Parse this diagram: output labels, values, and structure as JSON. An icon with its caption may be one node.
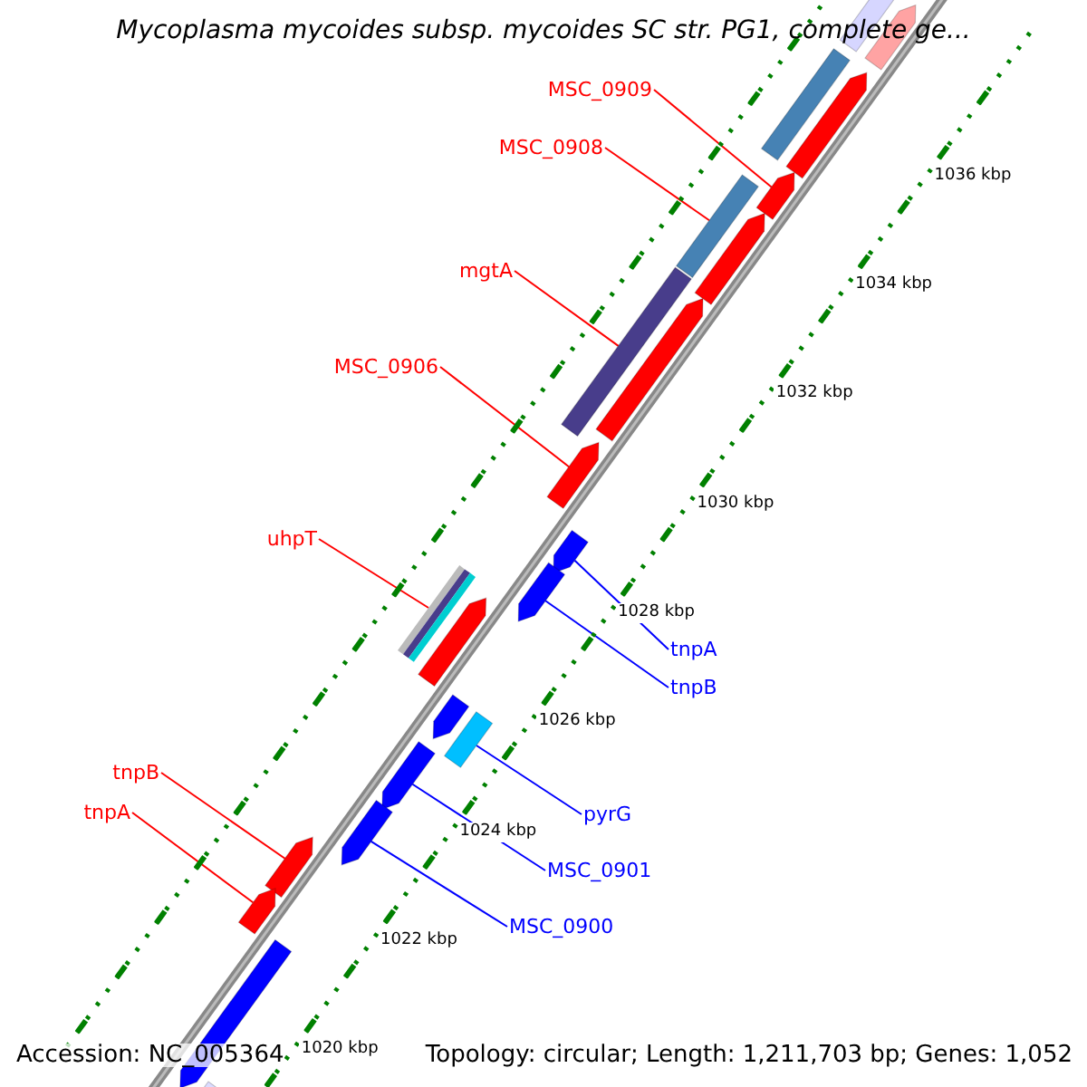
{
  "diagram": {
    "title": "Mycoplasma mycoides subsp. mycoides SC str. PG1, complete ge...",
    "nodes": [
      {
        "text": [
          "MSC_0909"
        ]
      },
      {
        "text": [],
        "shape": "bar"
      },
      {
        "text": [
          "MSC_0908"
        ]
      },
      {
        "text": [],
        "shape": "bar"
      },
      {
        "text": [
          "mgtA"
        ]
      },
      {
        "text": [],
        "shape": "bar"
      },
      {
        "text": [
          "MSC_0906"
        ]
      },
      {
        "text": [],
        "shape": "bar"
      },
      {
        "text": [
          "uhpT"
        ]
      },
      {
        "text": [],
        "shape": "bar"
      },
      {
        "text": [
          "tnpA"
        ]
      },
      {
        "text": [],
        "shape": "bar"
      },
      {
        "text": [
          "tnpB"
        ]
      },
      {
        "text": [],
        "shape": "bar"
      },
      {
        "text": [
          "tnpB"
        ]
      },
      {
        "text": [],
        "shape": "bar"
      },
      {
        "text": [
          "tnpA"
        ]
      },
      {
        "text": [],
        "shape": "bar"
      },
      {
        "text": [
          "pyrG"
        ]
      },
      {
        "text": [],
        "shape": "bar"
      },
      {
        "text": [
          "MSC_0901"
        ]
      },
      {
        "text": [],
        "shape": "bar"
      },
      {
        "text": [
          "MSC_0900"
        ]
      },
      {
        "text": [],
        "shape": "bar"
      },
      {
        "text": [],
        "shape": "bar"
      },
      {
        "text": [],
        "shape": "bar"
      },
      {
        "text": [],
        "shape": "bar"
      },
      {
        "text": [],
        "shape": "bar"
      },
      {
        "text": [],
        "shape": "bar"
      },
      {
        "text": [],
        "shape": "bar"
      },
      {
        "text": [],
        "shape": "bar"
      },
      {
        "text": [],
        "shape": "bar"
      },
      {
        "text": [],
        "shape": "bar"
      },
      {
        "text": [],
        "shape": "bar"
      }
    ],
    "edges": [
      {
        "from": 0,
        "to": 1,
        "arrow": "none",
        "color": "#ff0000"
      },
      {
        "from": 2,
        "to": 3,
        "arrow": "none",
        "color": "#ff0000"
      },
      {
        "from": 4,
        "to": 5,
        "arrow": "none",
        "color": "#ff0000"
      },
      {
        "from": 6,
        "to": 7,
        "arrow": "none",
        "color": "#ff0000"
      },
      {
        "from": 8,
        "to": 9,
        "arrow": "none",
        "color": "#ff0000"
      },
      {
        "from": 10,
        "to": 11,
        "arrow": "none",
        "color": "#0000ff"
      },
      {
        "from": 12,
        "to": 13,
        "arrow": "none",
        "color": "#0000ff"
      },
      {
        "from": 14,
        "to": 15,
        "arrow": "none",
        "color": "#ff0000"
      },
      {
        "from": 16,
        "to": 17,
        "arrow": "none",
        "color": "#ff0000"
      },
      {
        "from": 18,
        "to": 19,
        "arrow": "none",
        "color": "#0000ff"
      },
      {
        "from": 20,
        "to": 21,
        "arrow": "none",
        "color": "#0000ff"
      },
      {
        "from": 22,
        "to": 23,
        "arrow": "none",
        "color": "#0000ff"
      }
    ],
    "labels": [
      "1036 kbp",
      "1034 kbp",
      "1032 kbp",
      "1030 kbp",
      "1028 kbp",
      "1026 kbp",
      "1024 kbp",
      "1022 kbp",
      "1020 kbp",
      "Accession: NC_005364",
      "Topology: circular; Length: 1,211,703 bp; Genes: 1,052"
    ]
  }
}
